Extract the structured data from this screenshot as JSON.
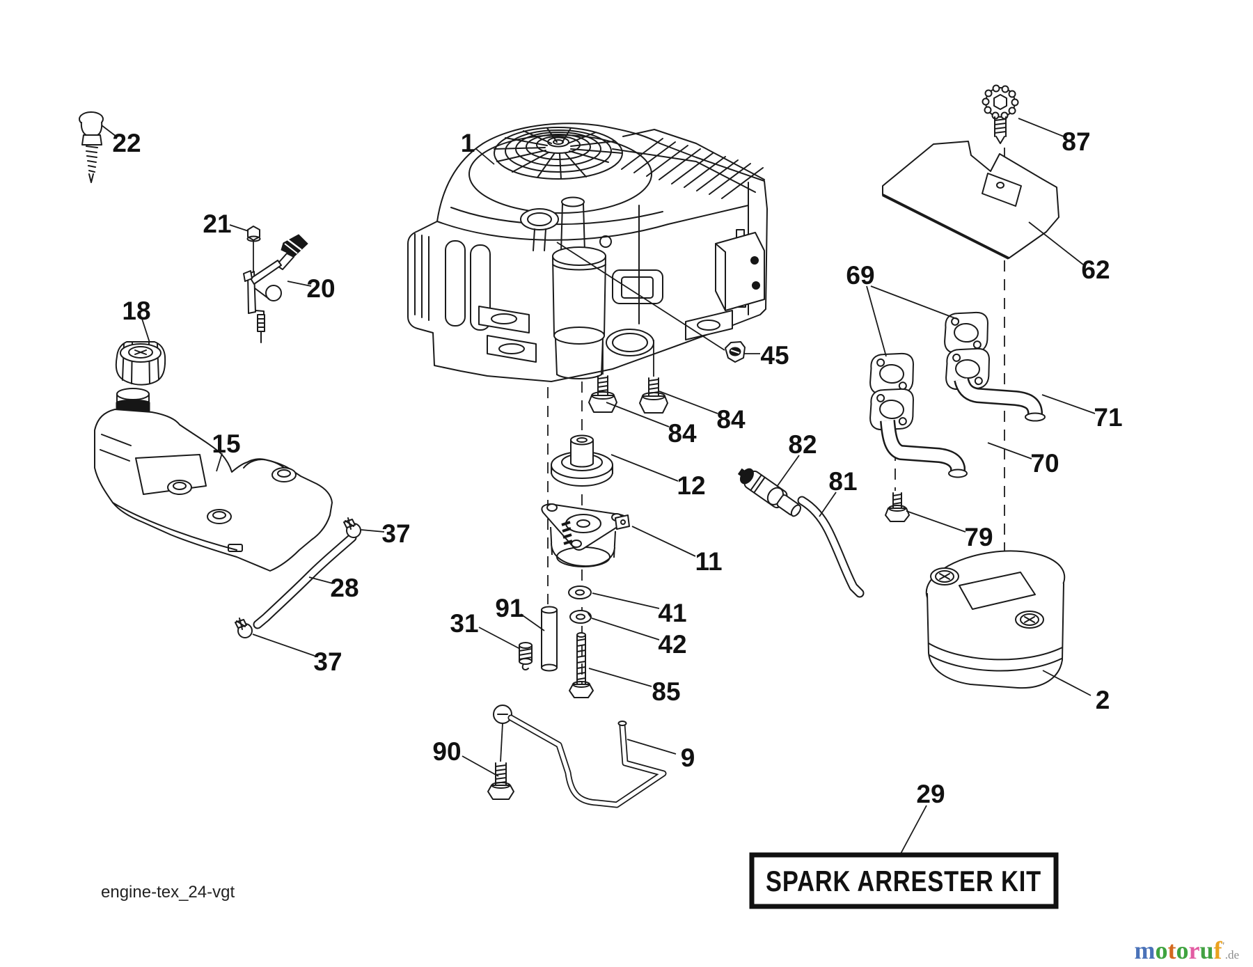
{
  "diagram": {
    "footer_code": "engine-tex_24-vgt",
    "kit_box_label": "SPARK ARRESTER KIT"
  },
  "labels": {
    "engine": "1",
    "muffler": "2",
    "rod9": "9",
    "clutch": "11",
    "pulley": "12",
    "tank": "15",
    "fuel_cap": "18",
    "lever": "20",
    "bolt21": "21",
    "screw22": "22",
    "hose28": "28",
    "kit29": "29",
    "part31": "31",
    "clamp37a": "37",
    "clamp37b": "37",
    "washer41": "41",
    "washer42": "42",
    "nut45": "45",
    "shield62": "62",
    "gaskets69": "69",
    "pipe70": "70",
    "pipe71": "71",
    "bolt79": "79",
    "hose81": "81",
    "valve82": "82",
    "bolt84a": "84",
    "bolt84b": "84",
    "bolt85": "85",
    "knob_bolt87": "87",
    "bolt90": "90",
    "spacer91": "91"
  },
  "watermark": {
    "letters": [
      {
        "ch": "m",
        "color": "#4a72b8"
      },
      {
        "ch": "o",
        "color": "#3fa33f"
      },
      {
        "ch": "t",
        "color": "#d4691e"
      },
      {
        "ch": "o",
        "color": "#3fa33f"
      },
      {
        "ch": "r",
        "color": "#e25ca2"
      },
      {
        "ch": "u",
        "color": "#42a142"
      },
      {
        "ch": "f",
        "color": "#eaa21f"
      }
    ],
    "tick": "'",
    "tick_color": "#9a9a9a",
    "suffix": ".de",
    "suffix_color": "#8c8c8c"
  }
}
